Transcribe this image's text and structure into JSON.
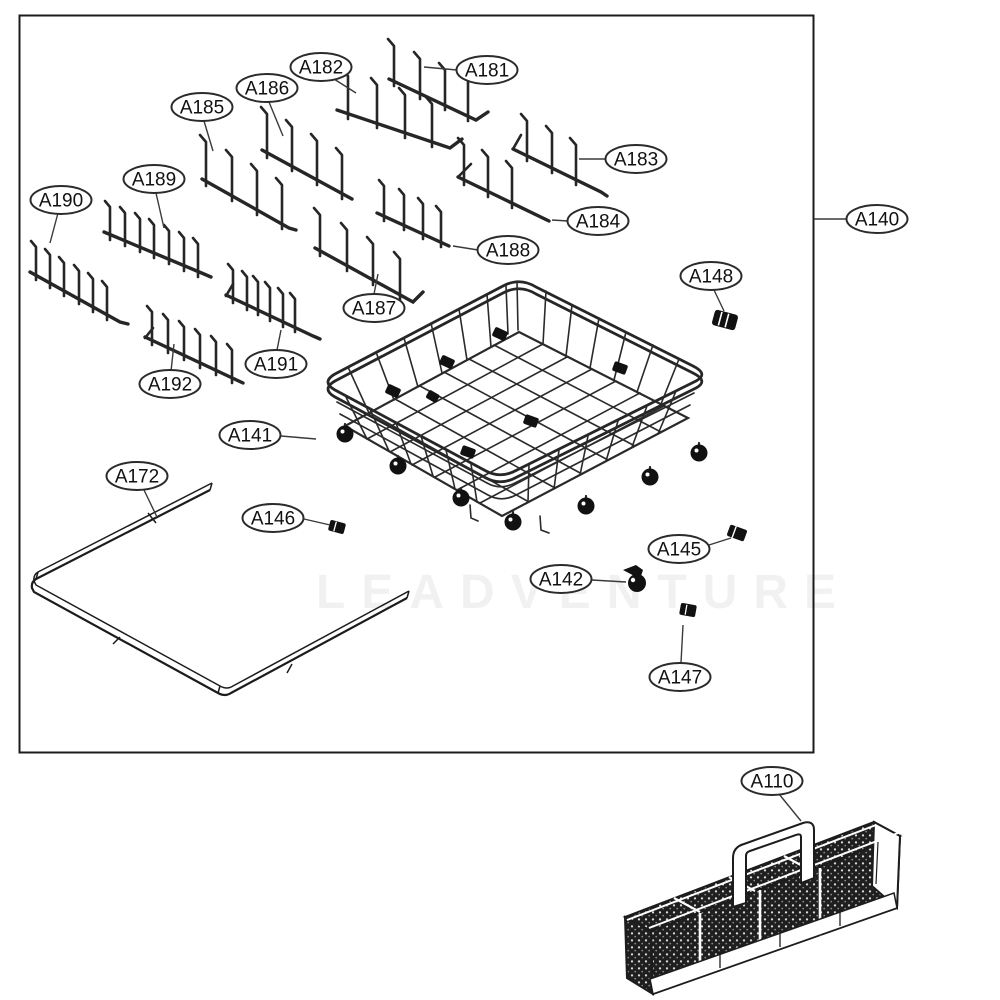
{
  "diagram": {
    "watermark": "LEADVENTURE",
    "colors": {
      "line": "#1c1c1c",
      "background": "#ffffff",
      "part_fill": "#111111"
    },
    "labels": {
      "a110": "A110",
      "a140": "A140",
      "a141": "A141",
      "a142": "A142",
      "a145": "A145",
      "a146": "A146",
      "a147": "A147",
      "a148": "A148",
      "a172": "A172",
      "a181": "A181",
      "a182": "A182",
      "a183": "A183",
      "a184": "A184",
      "a185": "A185",
      "a186": "A186",
      "a187": "A187",
      "a188": "A188",
      "a189": "A189",
      "a190": "A190",
      "a191": "A191",
      "a192": "A192"
    }
  }
}
